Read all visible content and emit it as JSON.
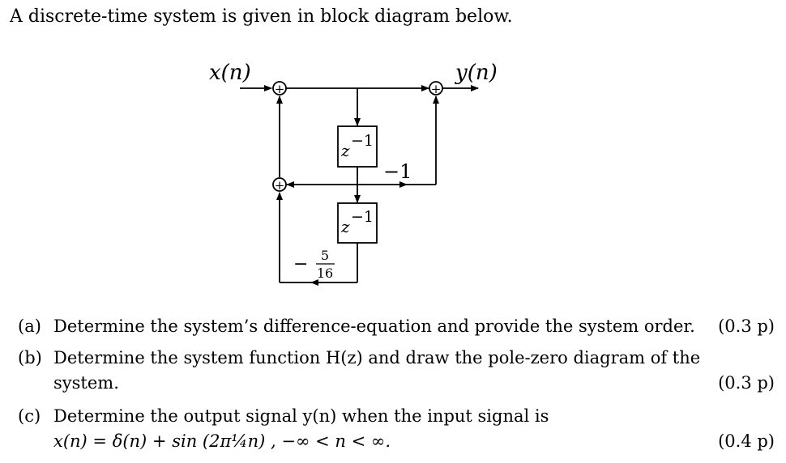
{
  "intro": "A discrete-time system is given in block diagram below.",
  "diagram": {
    "input_label": "x(n)",
    "output_label": "y(n)",
    "adder_symbol": "+",
    "delay_base": "z",
    "delay_exp": "−1",
    "gain_minus_one": "−1",
    "gain_frac_sign": "−",
    "gain_frac_num": "5",
    "gain_frac_den": "16"
  },
  "questions": [
    {
      "label": "(a)",
      "text": "Determine the system’s difference-equation and provide the system order.",
      "continuation": "",
      "points": "(0.3 p)"
    },
    {
      "label": "(b)",
      "text": "Determine the system function H(z) and draw the pole-zero diagram of the",
      "continuation": "system.",
      "points": "(0.3 p)"
    },
    {
      "label": "(c)",
      "text": "Determine the output signal y(n) when the input signal is",
      "continuation": "x(n) = δ(n) + sin (2π¼n) , −∞ < n < ∞.",
      "points": "(0.4 p)"
    }
  ]
}
